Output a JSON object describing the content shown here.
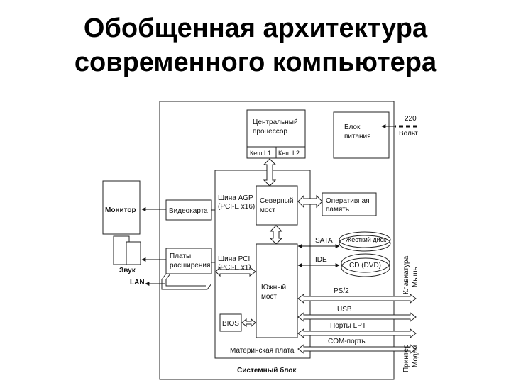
{
  "title": "Обобщенная архитектура современного компьютера",
  "diagram": {
    "cpu": [
      "Центральный",
      "процессор"
    ],
    "cache_l1": "Кеш L1",
    "cache_l2": "Кеш L2",
    "power": [
      "Блок",
      "питания"
    ],
    "voltage": [
      "220",
      "Вольт"
    ],
    "monitor": "Монитор",
    "videocard": "Видеокарта",
    "bus_agp": [
      "Шина AGP",
      "(PCI-E x16)"
    ],
    "north_bridge": [
      "Северный",
      "мост"
    ],
    "ram": [
      "Оперативная",
      "память"
    ],
    "sata": "SATA",
    "hdd": "Жесткий диск",
    "ide": "IDE",
    "cd": "CD (DVD)",
    "sound": "Звук",
    "lan": "LAN",
    "expansion": [
      "Платы",
      "расширения"
    ],
    "bus_pci": [
      "Шина PCI",
      "(PCI-E x1)"
    ],
    "south_bridge": [
      "Южный",
      "мост"
    ],
    "ps2": "PS/2",
    "usb": "USB",
    "lpt": "Порты LPT",
    "com": "COM-порты",
    "keyboard": "Клавиатура",
    "mouse": "Мышь",
    "printer": "Принтер",
    "modem": "Модем",
    "bios": "BIOS",
    "motherboard": "Материнская плата",
    "system_unit": "Системный  блок"
  }
}
